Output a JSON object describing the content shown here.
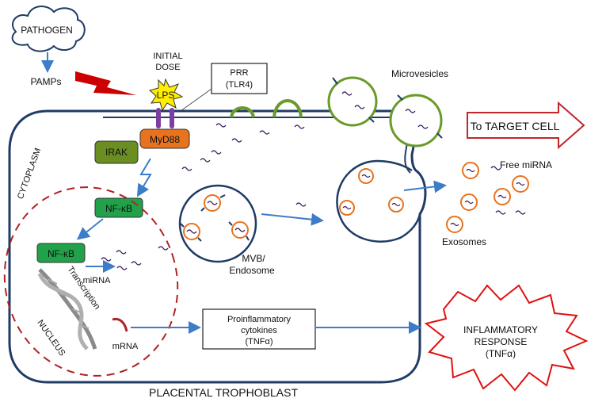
{
  "diagram": {
    "pathogen": "PATHOGEN",
    "pamps": "PAMPs",
    "initial_dose_line1": "INITIAL",
    "initial_dose_line2": "DOSE",
    "lps": "LPS",
    "prr_line1": "PRR",
    "prr_line2": "(TLR4)",
    "myd88": "MyD88",
    "irak": "IRAK",
    "nfkb_cyto": "NF-κB",
    "nfkb_nuc": "NF-κB",
    "cytoplasm": "CYTOPLASM",
    "nucleus": "NUCLEUS",
    "transcription": "Transcription",
    "mirna": "miRNA",
    "mrna": "mRNA",
    "mvb_line1": "MVB/",
    "mvb_line2": "Endosome",
    "microvesicles": "Microvesicles",
    "to_target_cell": "To TARGET CELL",
    "free_mirna": "Free miRNA",
    "exosomes": "Exosomes",
    "proinflammatory_line1": "Proinflammatory",
    "proinflammatory_line2": "cytokines",
    "proinflammatory_line3": "(TNFα)",
    "inflammatory_line1": "INFLAMMATORY",
    "inflammatory_line2": "RESPONSE",
    "inflammatory_line3": "(TNFα)",
    "placental_trophoblast": "PLACENTAL TROPHOBLAST"
  },
  "colors": {
    "cell_border": "#1f3b66",
    "arrow_blue": "#3d7cc9",
    "myd88_orange": "#e8731f",
    "irak_olive": "#6b8e23",
    "nfkb_green": "#21a24a",
    "lps_yellow": "#ffee00",
    "tlr_purple": "#7a3fa0",
    "microvesicle_green": "#6a9a2a",
    "exosome_orange": "#e8731f",
    "nucleus_red": "#b22222",
    "lightning_red": "#cc0000"
  }
}
